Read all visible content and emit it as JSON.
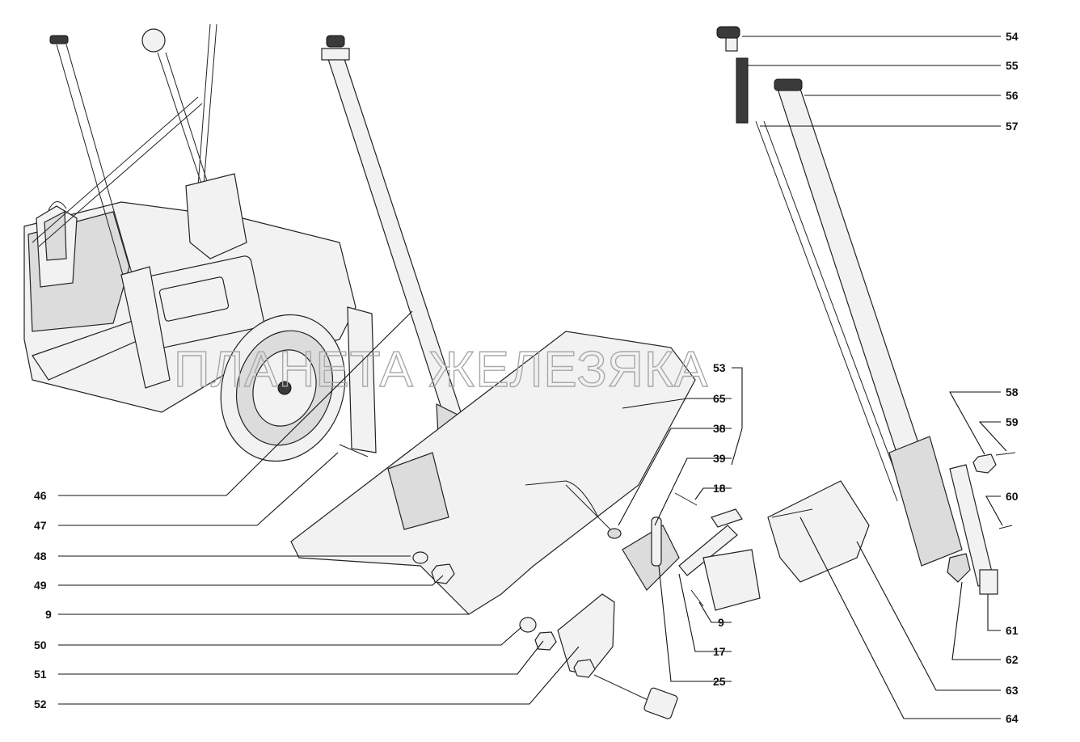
{
  "watermark": "ПЛАНЕТА ЖЕЛЕЗЯКА",
  "callouts_left": [
    "46",
    "47",
    "48",
    "49",
    "9",
    "50",
    "51",
    "52"
  ],
  "callouts_right_top": [
    "54",
    "55",
    "56",
    "57"
  ],
  "callouts_mid": [
    "53",
    "65",
    "38",
    "39",
    "18"
  ],
  "callouts_right_mid": [
    "58",
    "59",
    "60"
  ],
  "callouts_bottom": [
    "9",
    "17",
    "25",
    "61",
    "62",
    "63",
    "64"
  ],
  "diagram_id": "parking-brake-lever-assembly"
}
